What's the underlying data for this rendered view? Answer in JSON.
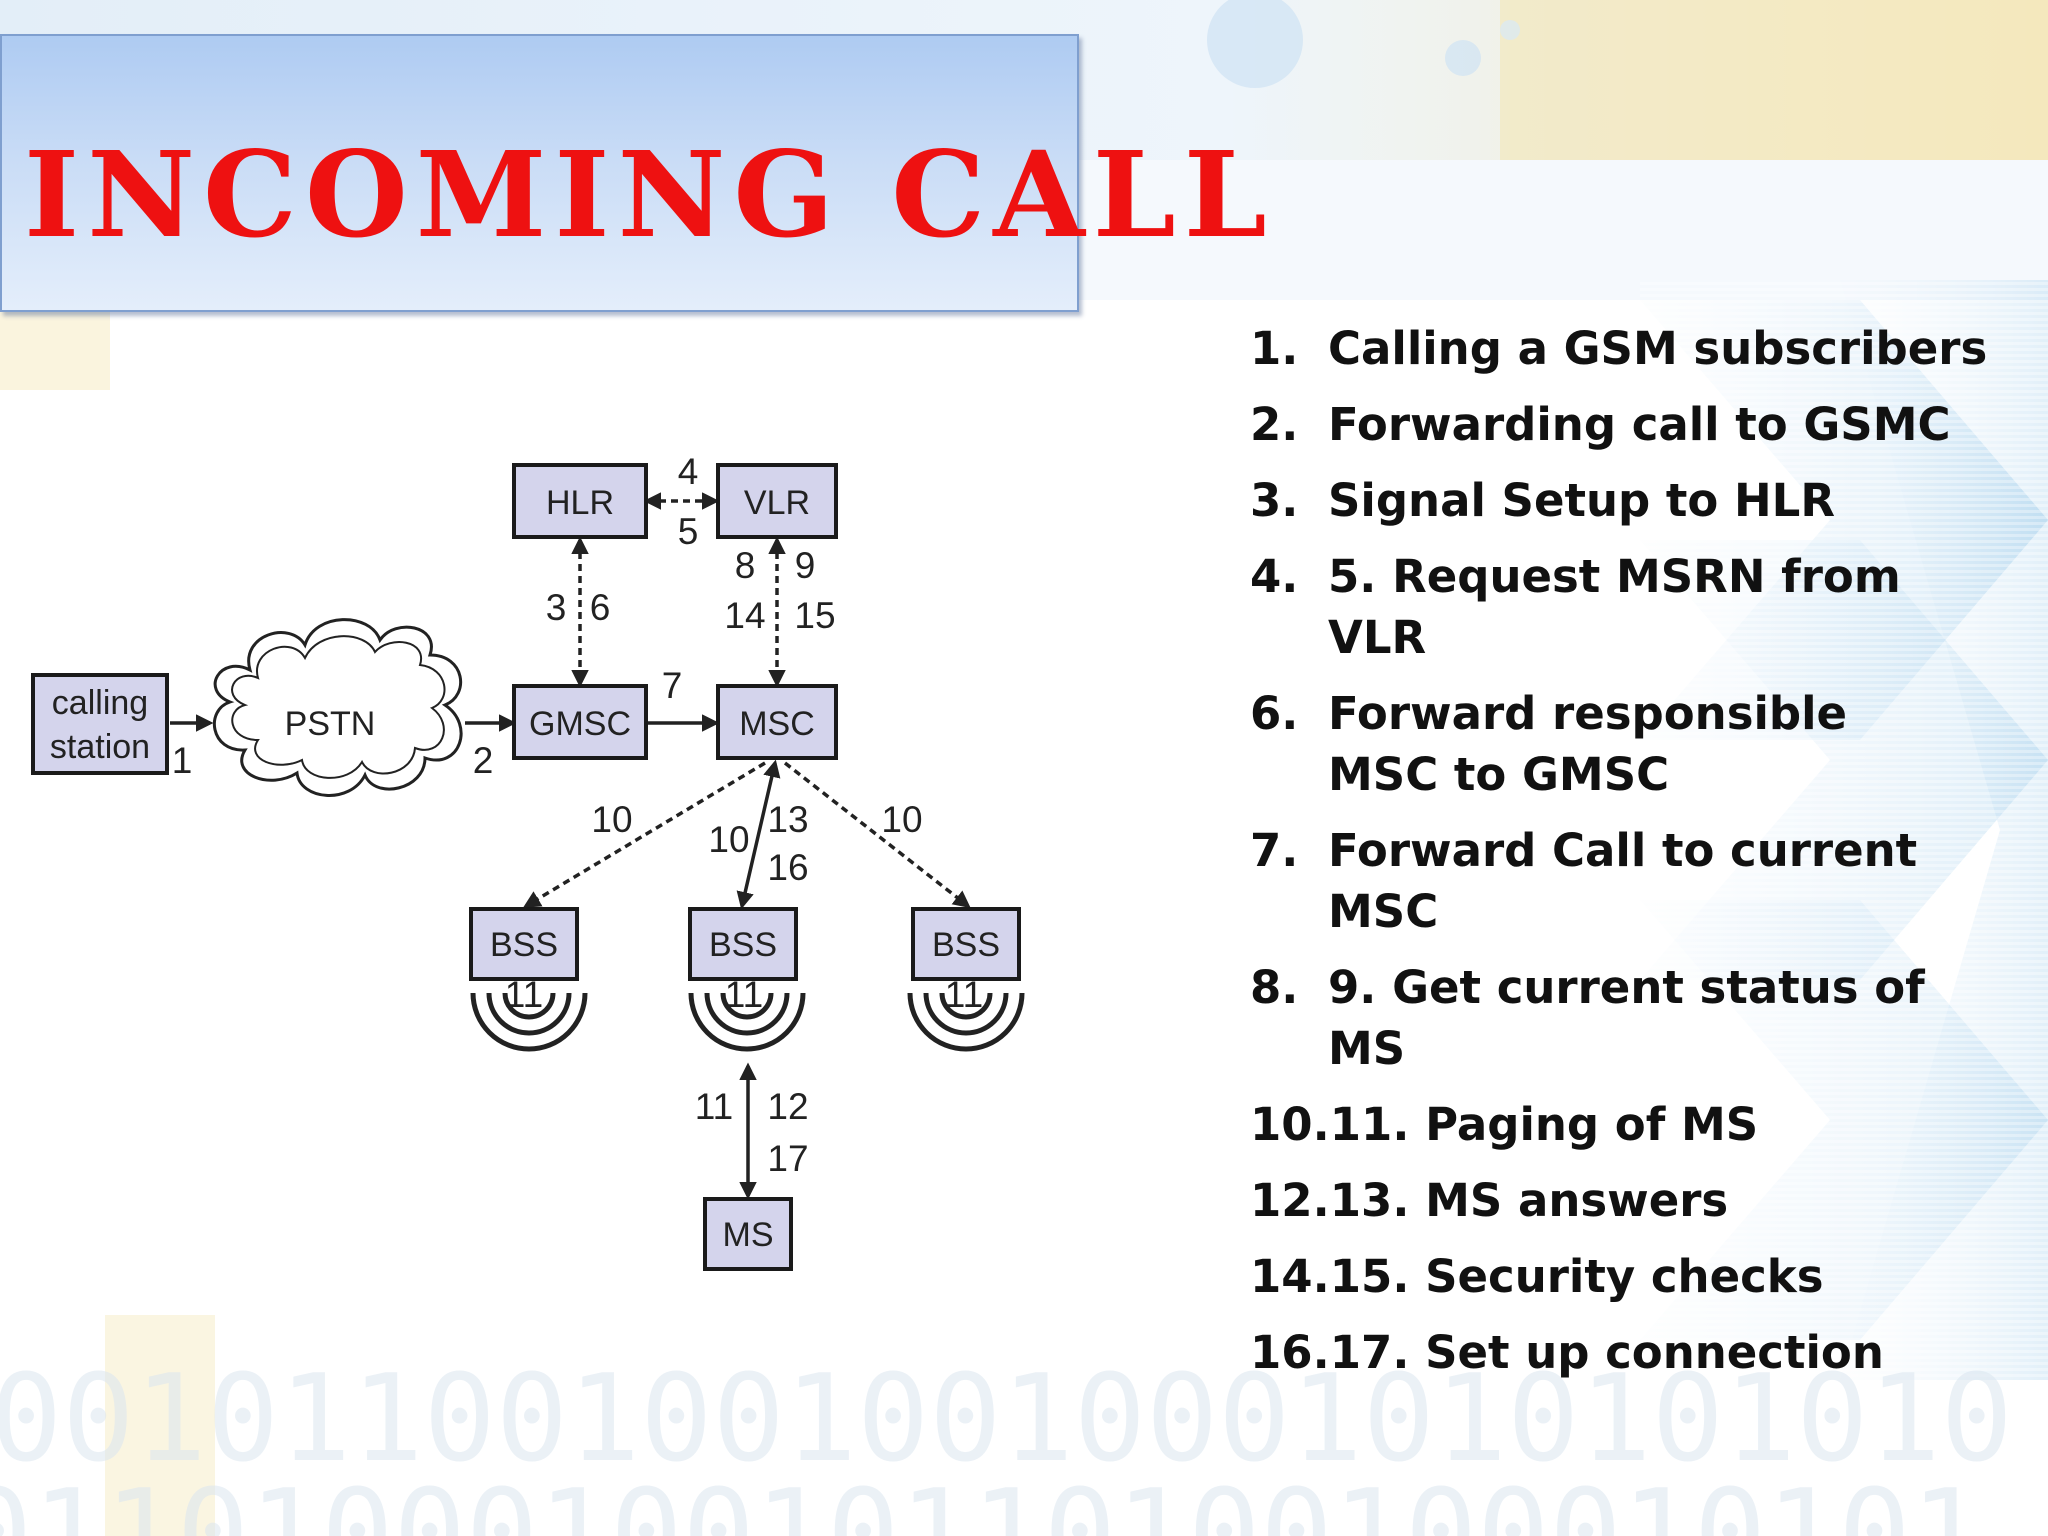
{
  "title": "INCOMING CALL",
  "diagram": {
    "nodes": {
      "calling_station": [
        "calling",
        "station"
      ],
      "pstn": "PSTN",
      "gmsc": "GMSC",
      "msc": "MSC",
      "hlr": "HLR",
      "vlr": "VLR",
      "bss_left": "BSS",
      "bss_center": "BSS",
      "bss_right": "BSS",
      "ms": "MS"
    },
    "labels": {
      "l1": "1",
      "l2": "2",
      "l3": "3",
      "l4": "4",
      "l5": "5",
      "l6": "6",
      "l7": "7",
      "l8": "8",
      "l9": "9",
      "l14": "14",
      "l15": "15",
      "l10_left": "10",
      "l10_center": "10",
      "l10_right": "10",
      "l13": "13",
      "l16": "16",
      "l11_left": "11",
      "l11_center": "11",
      "l11_right": "11",
      "l11_ms": "11",
      "l12": "12",
      "l17": "17"
    }
  },
  "steps": [
    {
      "num": "1.",
      "text": "Calling a GSM subscribers"
    },
    {
      "num": "2.",
      "text": "Forwarding call to GSMC"
    },
    {
      "num": "3.",
      "text": "Signal Setup to HLR"
    },
    {
      "num": "4.",
      "text": "5. Request MSRN from VLR"
    },
    {
      "num": "6.",
      "text": "Forward responsible MSC to GMSC"
    },
    {
      "num": "7.",
      "text": "Forward Call to current MSC"
    },
    {
      "num": "8.",
      "text": "9. Get current status of MS"
    },
    {
      "full": "10.11. Paging of MS"
    },
    {
      "full": "12.13. MS answers"
    },
    {
      "full": "14.15. Security checks"
    },
    {
      "full": "16.17. Set up connection"
    }
  ]
}
